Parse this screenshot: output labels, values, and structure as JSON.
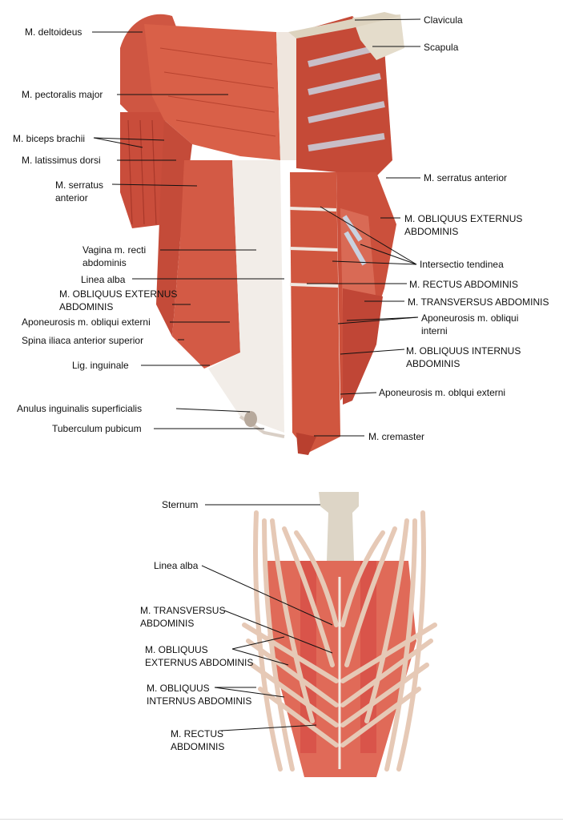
{
  "colors": {
    "muscle": "#d35a45",
    "muscle_dark": "#a93a2a",
    "muscle_light": "#e27a62",
    "aponeurosis": "#f1ece7",
    "bone": "#ddd5c6",
    "rib": "#e2c8b6",
    "bg": "#ffffff"
  },
  "figure_top": {
    "left_labels": [
      {
        "id": "deltoid",
        "text": "M. deltoideus"
      },
      {
        "id": "pectoralis",
        "text": "M. pectoralis major"
      },
      {
        "id": "biceps",
        "text": "M. biceps brachii"
      },
      {
        "id": "latissimus",
        "text": "M. latissimus dorsi"
      },
      {
        "id": "serratus-left",
        "text": "M. serratus\nanterior"
      },
      {
        "id": "vagina",
        "text": "Vagina m. recti\nabdominis"
      },
      {
        "id": "linea-alba",
        "text": "Linea alba"
      },
      {
        "id": "obliquus-ext-left",
        "text": "M. OBLIQUUS EXTERNUS\nABDOMINIS"
      },
      {
        "id": "aponeurosis-left",
        "text": "Aponeurosis m. obliqui externi"
      },
      {
        "id": "spina",
        "text": "Spina iliaca anterior superior"
      },
      {
        "id": "lig-inguinale",
        "text": "Lig. inguinale"
      },
      {
        "id": "anulus",
        "text": "Anulus inguinalis superficialis"
      },
      {
        "id": "tuberculum",
        "text": "Tuberculum pubicum"
      }
    ],
    "right_labels": [
      {
        "id": "clavicula",
        "text": "Clavicula"
      },
      {
        "id": "scapula",
        "text": "Scapula"
      },
      {
        "id": "serratus-right",
        "text": "M. serratus anterior"
      },
      {
        "id": "obliquus-ext-right",
        "text": "M. OBLIQUUS EXTERNUS\nABDOMINIS"
      },
      {
        "id": "intersectio",
        "text": "Intersectio tendinea"
      },
      {
        "id": "rectus",
        "text": "M. RECTUS ABDOMINIS"
      },
      {
        "id": "transversus",
        "text": "M. TRANSVERSUS ABDOMINIS"
      },
      {
        "id": "aponeurosis-int",
        "text": "Aponeurosis m. obliqui\ninterni"
      },
      {
        "id": "obliquus-int",
        "text": "M. OBLIQUUS INTERNUS\nABDOMINIS"
      },
      {
        "id": "aponeurosis-ext-right",
        "text": "Aponeurosis m. oblqui externi"
      },
      {
        "id": "cremaster",
        "text": "M. cremaster"
      }
    ]
  },
  "figure_bottom": {
    "labels": [
      {
        "id": "sternum",
        "text": "Sternum"
      },
      {
        "id": "linea-alba-2",
        "text": "Linea alba"
      },
      {
        "id": "transversus-2",
        "text": "M. TRANSVERSUS\nABDOMINIS"
      },
      {
        "id": "obliquus-ext-2",
        "text": "M. OBLIQUUS\nEXTERNUS ABDOMINIS"
      },
      {
        "id": "obliquus-int-2",
        "text": "M. OBLIQUUS\nINTERNUS ABDOMINIS"
      },
      {
        "id": "rectus-2",
        "text": "M. RECTUS\nABDOMINIS"
      }
    ]
  }
}
